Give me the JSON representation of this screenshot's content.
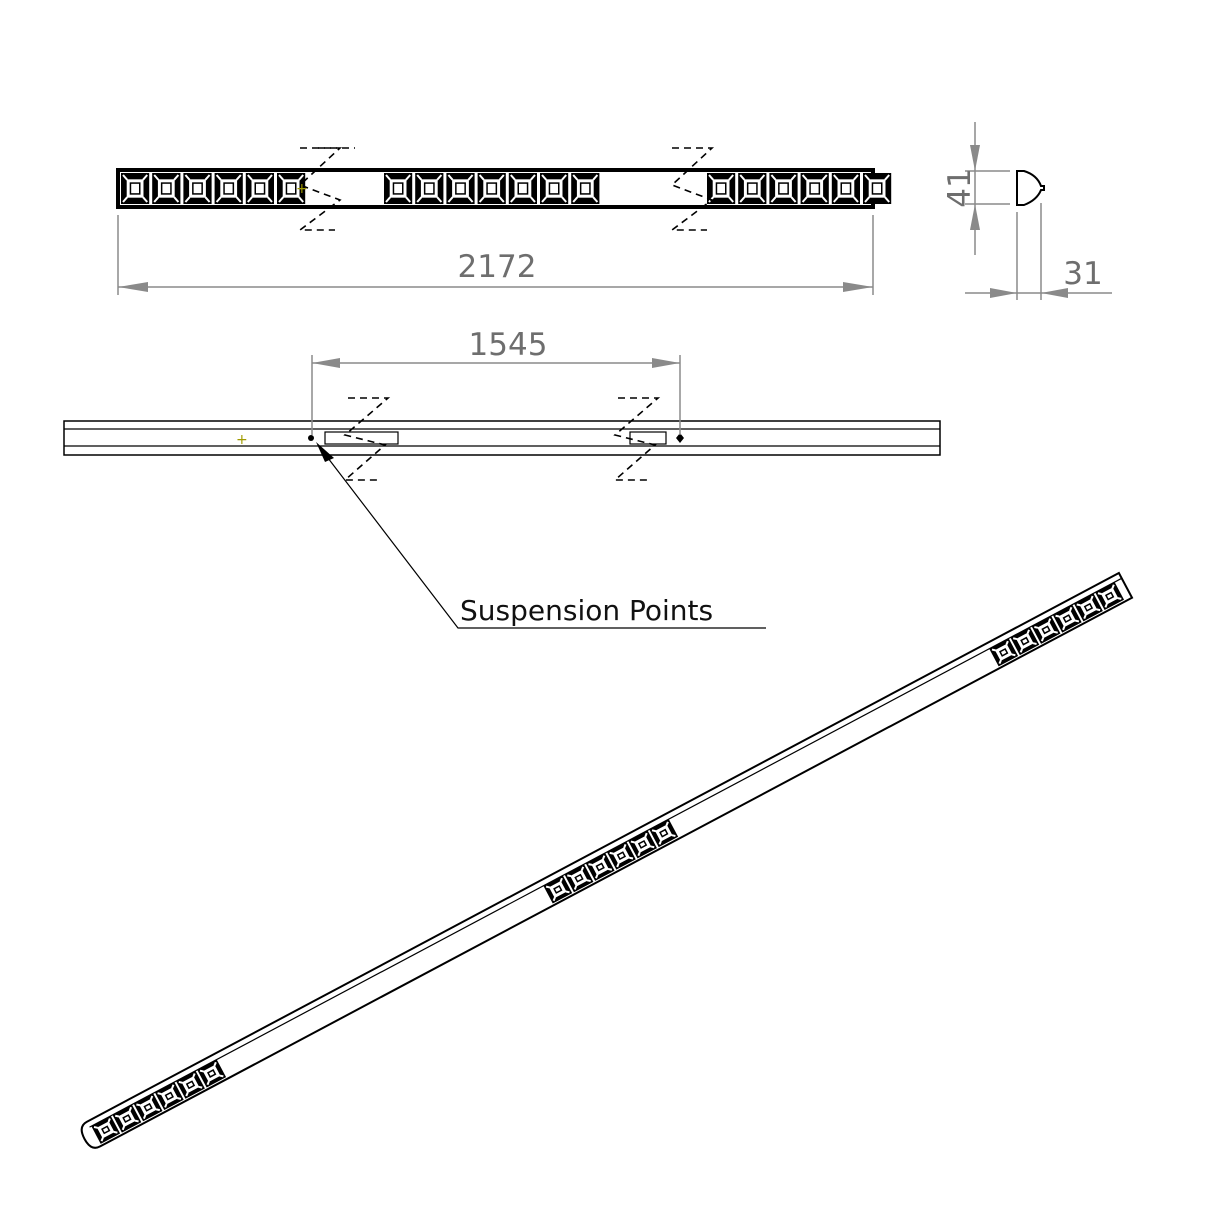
{
  "top_view": {
    "overall_length_label": "2172",
    "cell_groups": [
      6,
      7,
      6
    ]
  },
  "end_view": {
    "height_label": "41",
    "width_label": "31"
  },
  "side_view": {
    "suspension_spacing_label": "1545",
    "callout_label": "Suspension Points"
  },
  "iso_view": {
    "cell_groups": [
      6,
      6,
      6
    ]
  },
  "colors": {
    "line": "#000000",
    "dimension": "#8a8a8a",
    "center_mark": "#a09a00"
  }
}
